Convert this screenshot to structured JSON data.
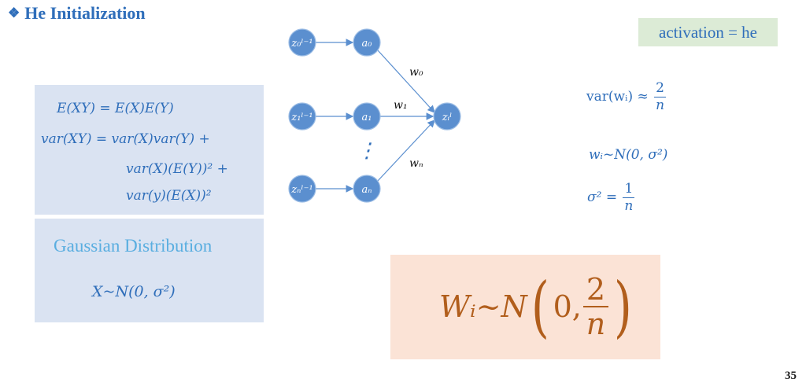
{
  "header": {
    "bullet": "❖",
    "title": "He Initialization"
  },
  "activation_label": "activation = he",
  "expectation_panel": {
    "line1": "E(XY) = E(X)E(Y)",
    "line2": "var(XY) = var(X)var(Y) +",
    "line3": "var(X)(E(Y))² +",
    "line4": "var(y)(E(X))²"
  },
  "gaussian_panel": {
    "heading": "Gaussian Distribution",
    "formula": "X~N(0, σ²)"
  },
  "network": {
    "inputs": [
      "z₀ˡ⁻¹",
      "z₁ˡ⁻¹",
      "zₙˡ⁻¹"
    ],
    "activations": [
      "a₀",
      "a₁",
      "aₙ"
    ],
    "weights": [
      "w₀",
      "w₁",
      "wₙ"
    ],
    "output": "zᵢˡ",
    "ellipsis": "⋮"
  },
  "right_formulas": {
    "var_lhs": "var(wᵢ) ≈",
    "var_num": "2",
    "var_den": "n",
    "dist": "wᵢ~N(0, σ²)",
    "sigma_lhs": "σ² =",
    "sigma_num": "1",
    "sigma_den": "n"
  },
  "result_formula": {
    "lhs": "Wᵢ~N",
    "open_paren": "(",
    "zero": "0,",
    "num": "2",
    "den": "n",
    "close_paren": ")"
  },
  "page_number": "35",
  "colors": {
    "accent": "#2f6eba",
    "node_fill": "#5b8fcf",
    "panel": "#dae3f2",
    "result_bg": "#fbe3d6",
    "result_text": "#b15e1c",
    "activation_bg": "#dcebd6"
  }
}
